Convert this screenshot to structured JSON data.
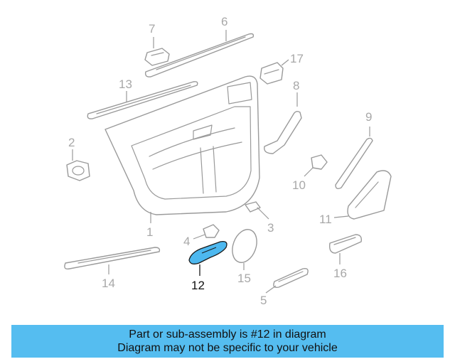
{
  "diagram": {
    "callouts": [
      "1",
      "2",
      "3",
      "4",
      "5",
      "6",
      "7",
      "8",
      "9",
      "10",
      "11",
      "12",
      "13",
      "14",
      "15",
      "16",
      "17"
    ],
    "highlighted_part": "12",
    "highlight_color": "#4db8ef"
  },
  "banner": {
    "line1": "Part or sub-assembly is #12 in diagram",
    "line2": "Diagram may not be specific to your vehicle",
    "background": "#55bdf0"
  }
}
